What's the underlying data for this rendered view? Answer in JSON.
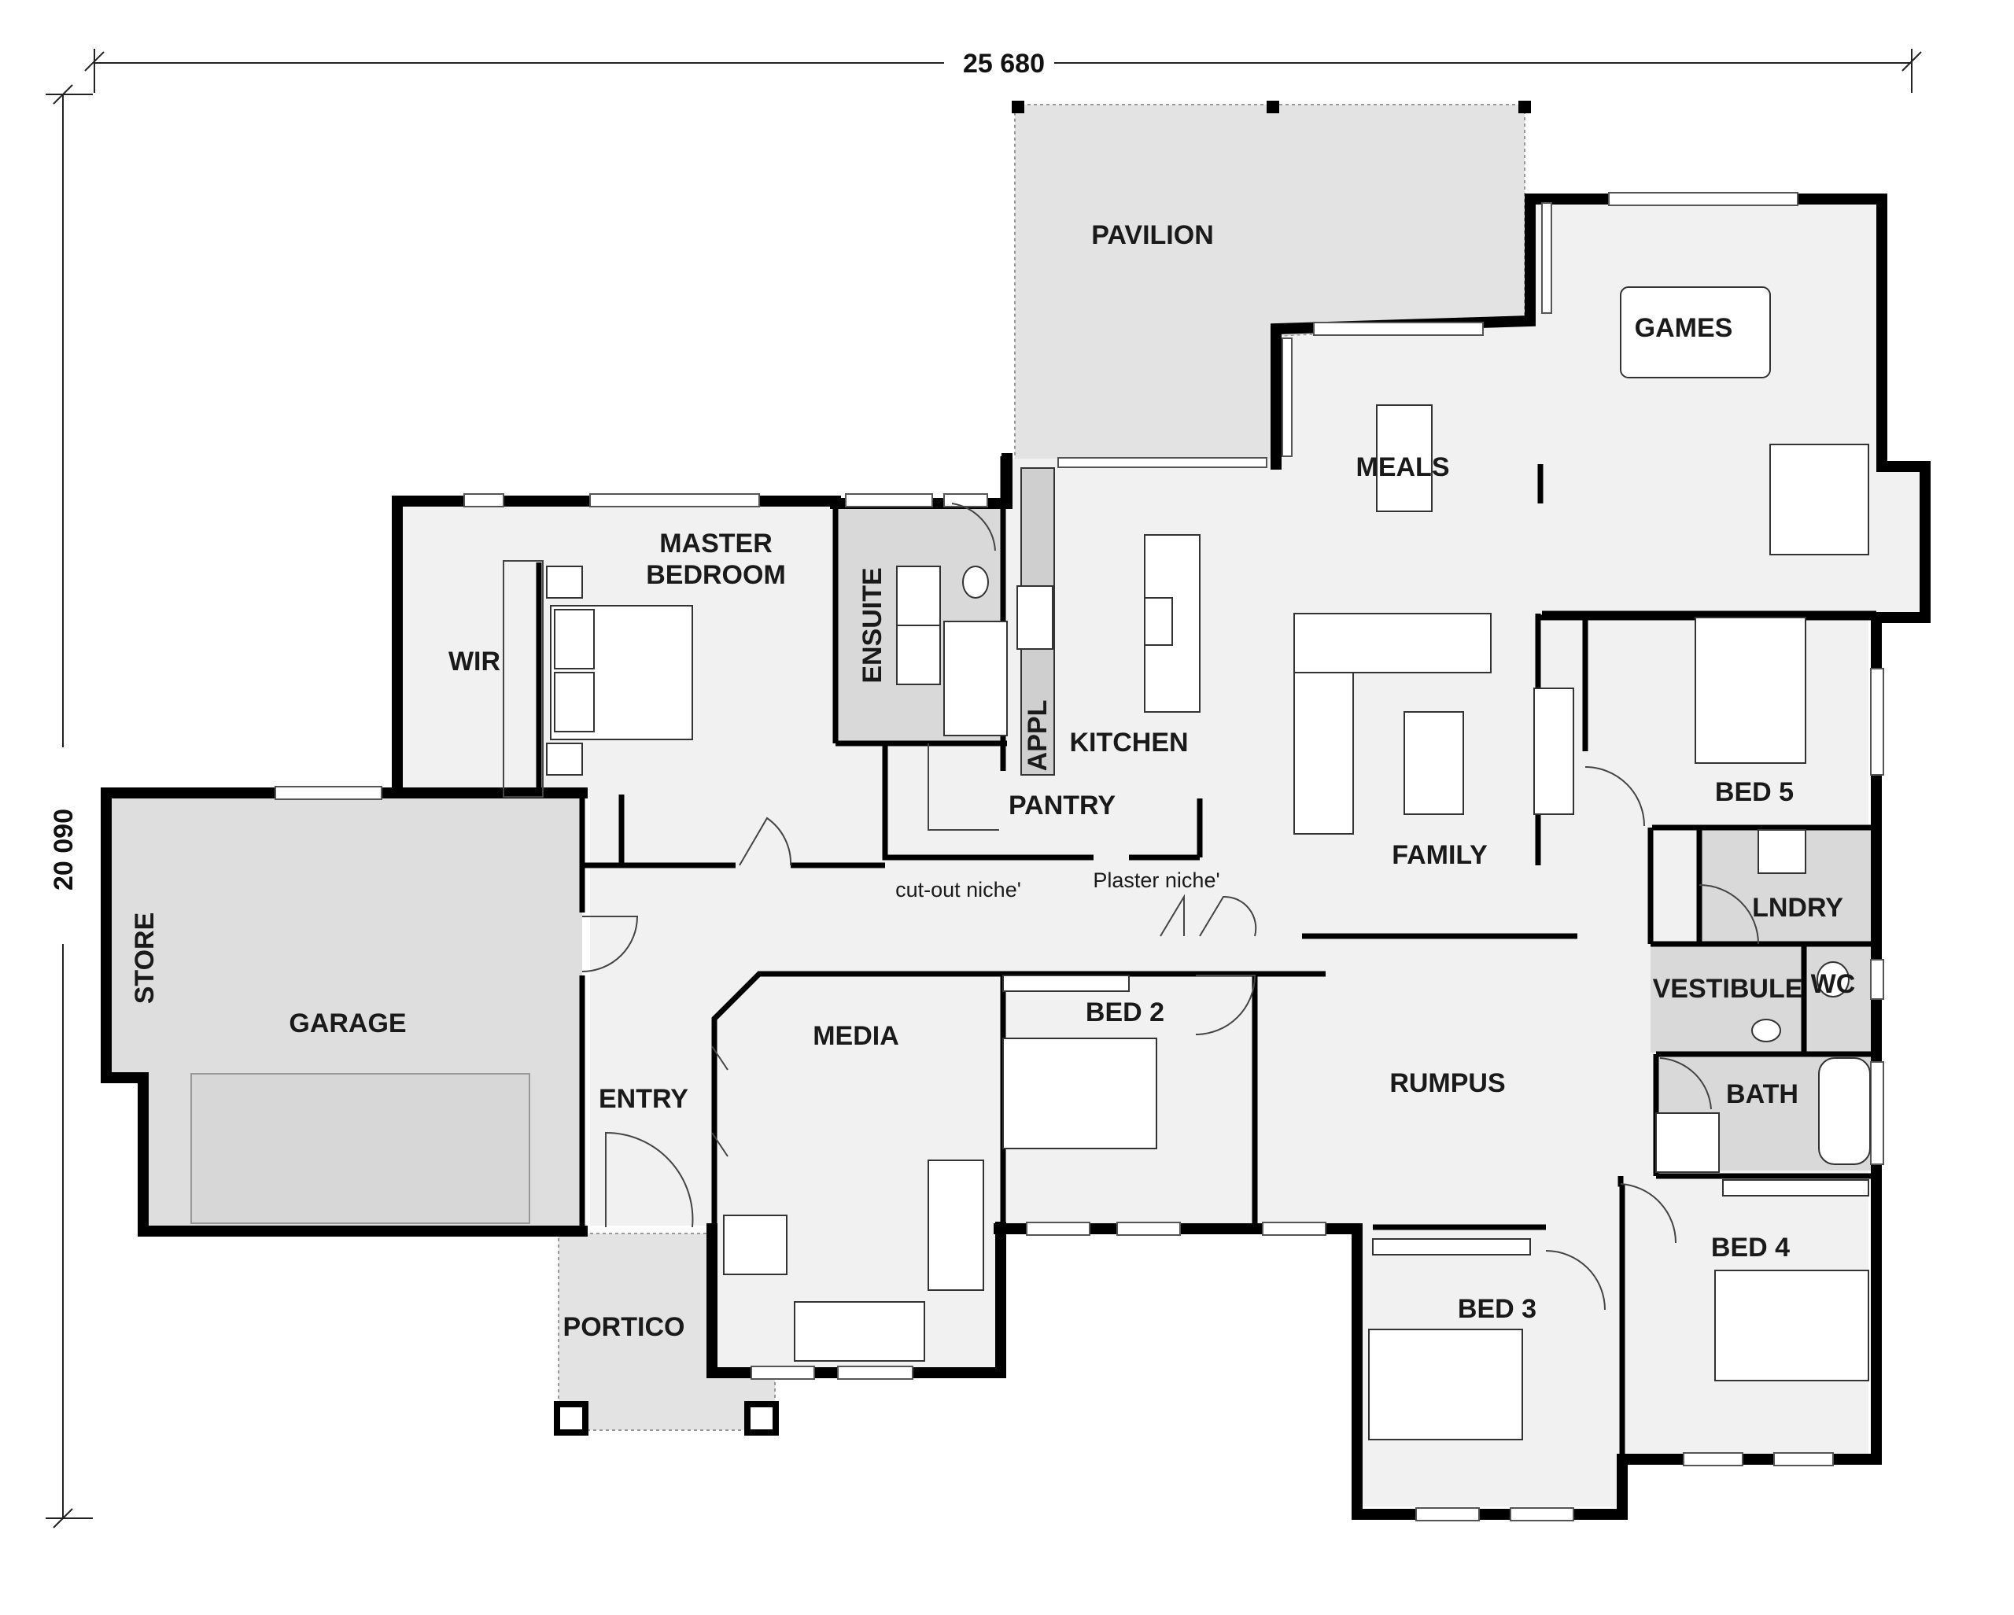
{
  "dimensions": {
    "width_label": "25 680",
    "height_label": "20 090"
  },
  "rooms": {
    "pavilion": "PAVILION",
    "games": "GAMES",
    "meals": "MEALS",
    "master_line1": "MASTER",
    "master_line2": "BEDROOM",
    "ensuite": "ENSUITE",
    "wir": "WIR",
    "kitchen": "KITCHEN",
    "appl": "APPL",
    "pantry": "PANTRY",
    "family": "FAMILY",
    "bed5": "BED 5",
    "lndry": "LNDRY",
    "vestibule": "VESTIBULE",
    "wc": "WC",
    "bath": "BATH",
    "store": "STORE",
    "garage": "GARAGE",
    "entry": "ENTRY",
    "media": "MEDIA",
    "bed2": "BED 2",
    "rumpus": "RUMPUS",
    "bed3": "BED 3",
    "bed4": "BED 4",
    "portico": "PORTICO"
  },
  "notes": {
    "cutout_niche": "cut-out niche'",
    "plaster_niche": "Plaster niche'"
  },
  "colors": {
    "wall": "#000000",
    "floor": "#f1f1f1",
    "wet_area": "#d9d9d9",
    "outdoor": "#e3e3e3",
    "garage": "#dedede"
  }
}
